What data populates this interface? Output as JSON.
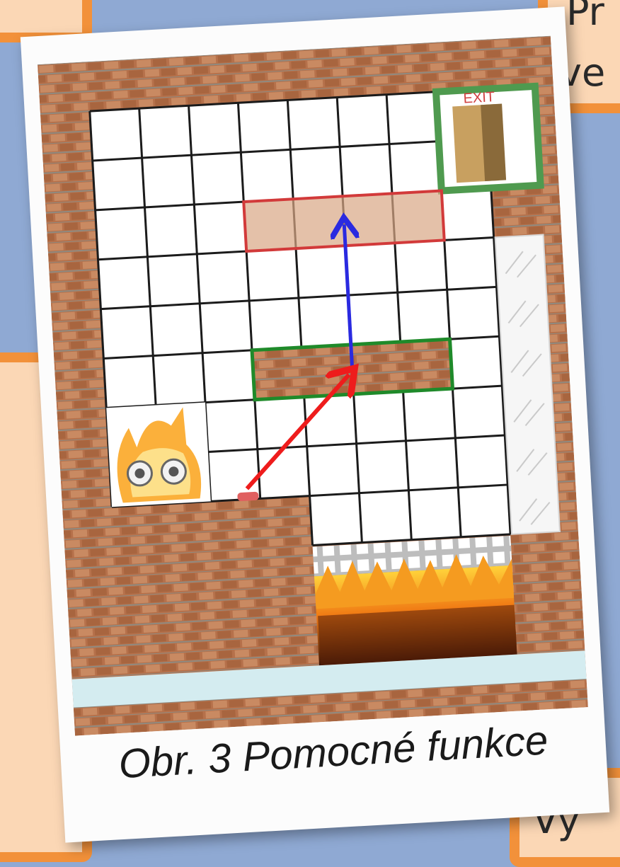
{
  "background": {
    "top_right_text": "Pr",
    "top_right_text_2": "ve",
    "bottom_right_text": "Vý"
  },
  "figure": {
    "caption": "Obr. 3 Pomocné funkce"
  },
  "colors": {
    "page_background": "#8fa9d3",
    "card_fill": "#fbd7b5",
    "card_border": "#f2913a",
    "brick": "#b6714b",
    "target_box": "#d23a3a",
    "start_box": "#1f8a2a",
    "arrow_up": "#2a2ae0",
    "arrow_diag": "#ee1c1c"
  },
  "icons": {
    "character": "fire-creature-icon",
    "exit": "exit-door-icon",
    "hazard": "lava-fire-icon",
    "button": "red-button-icon"
  }
}
